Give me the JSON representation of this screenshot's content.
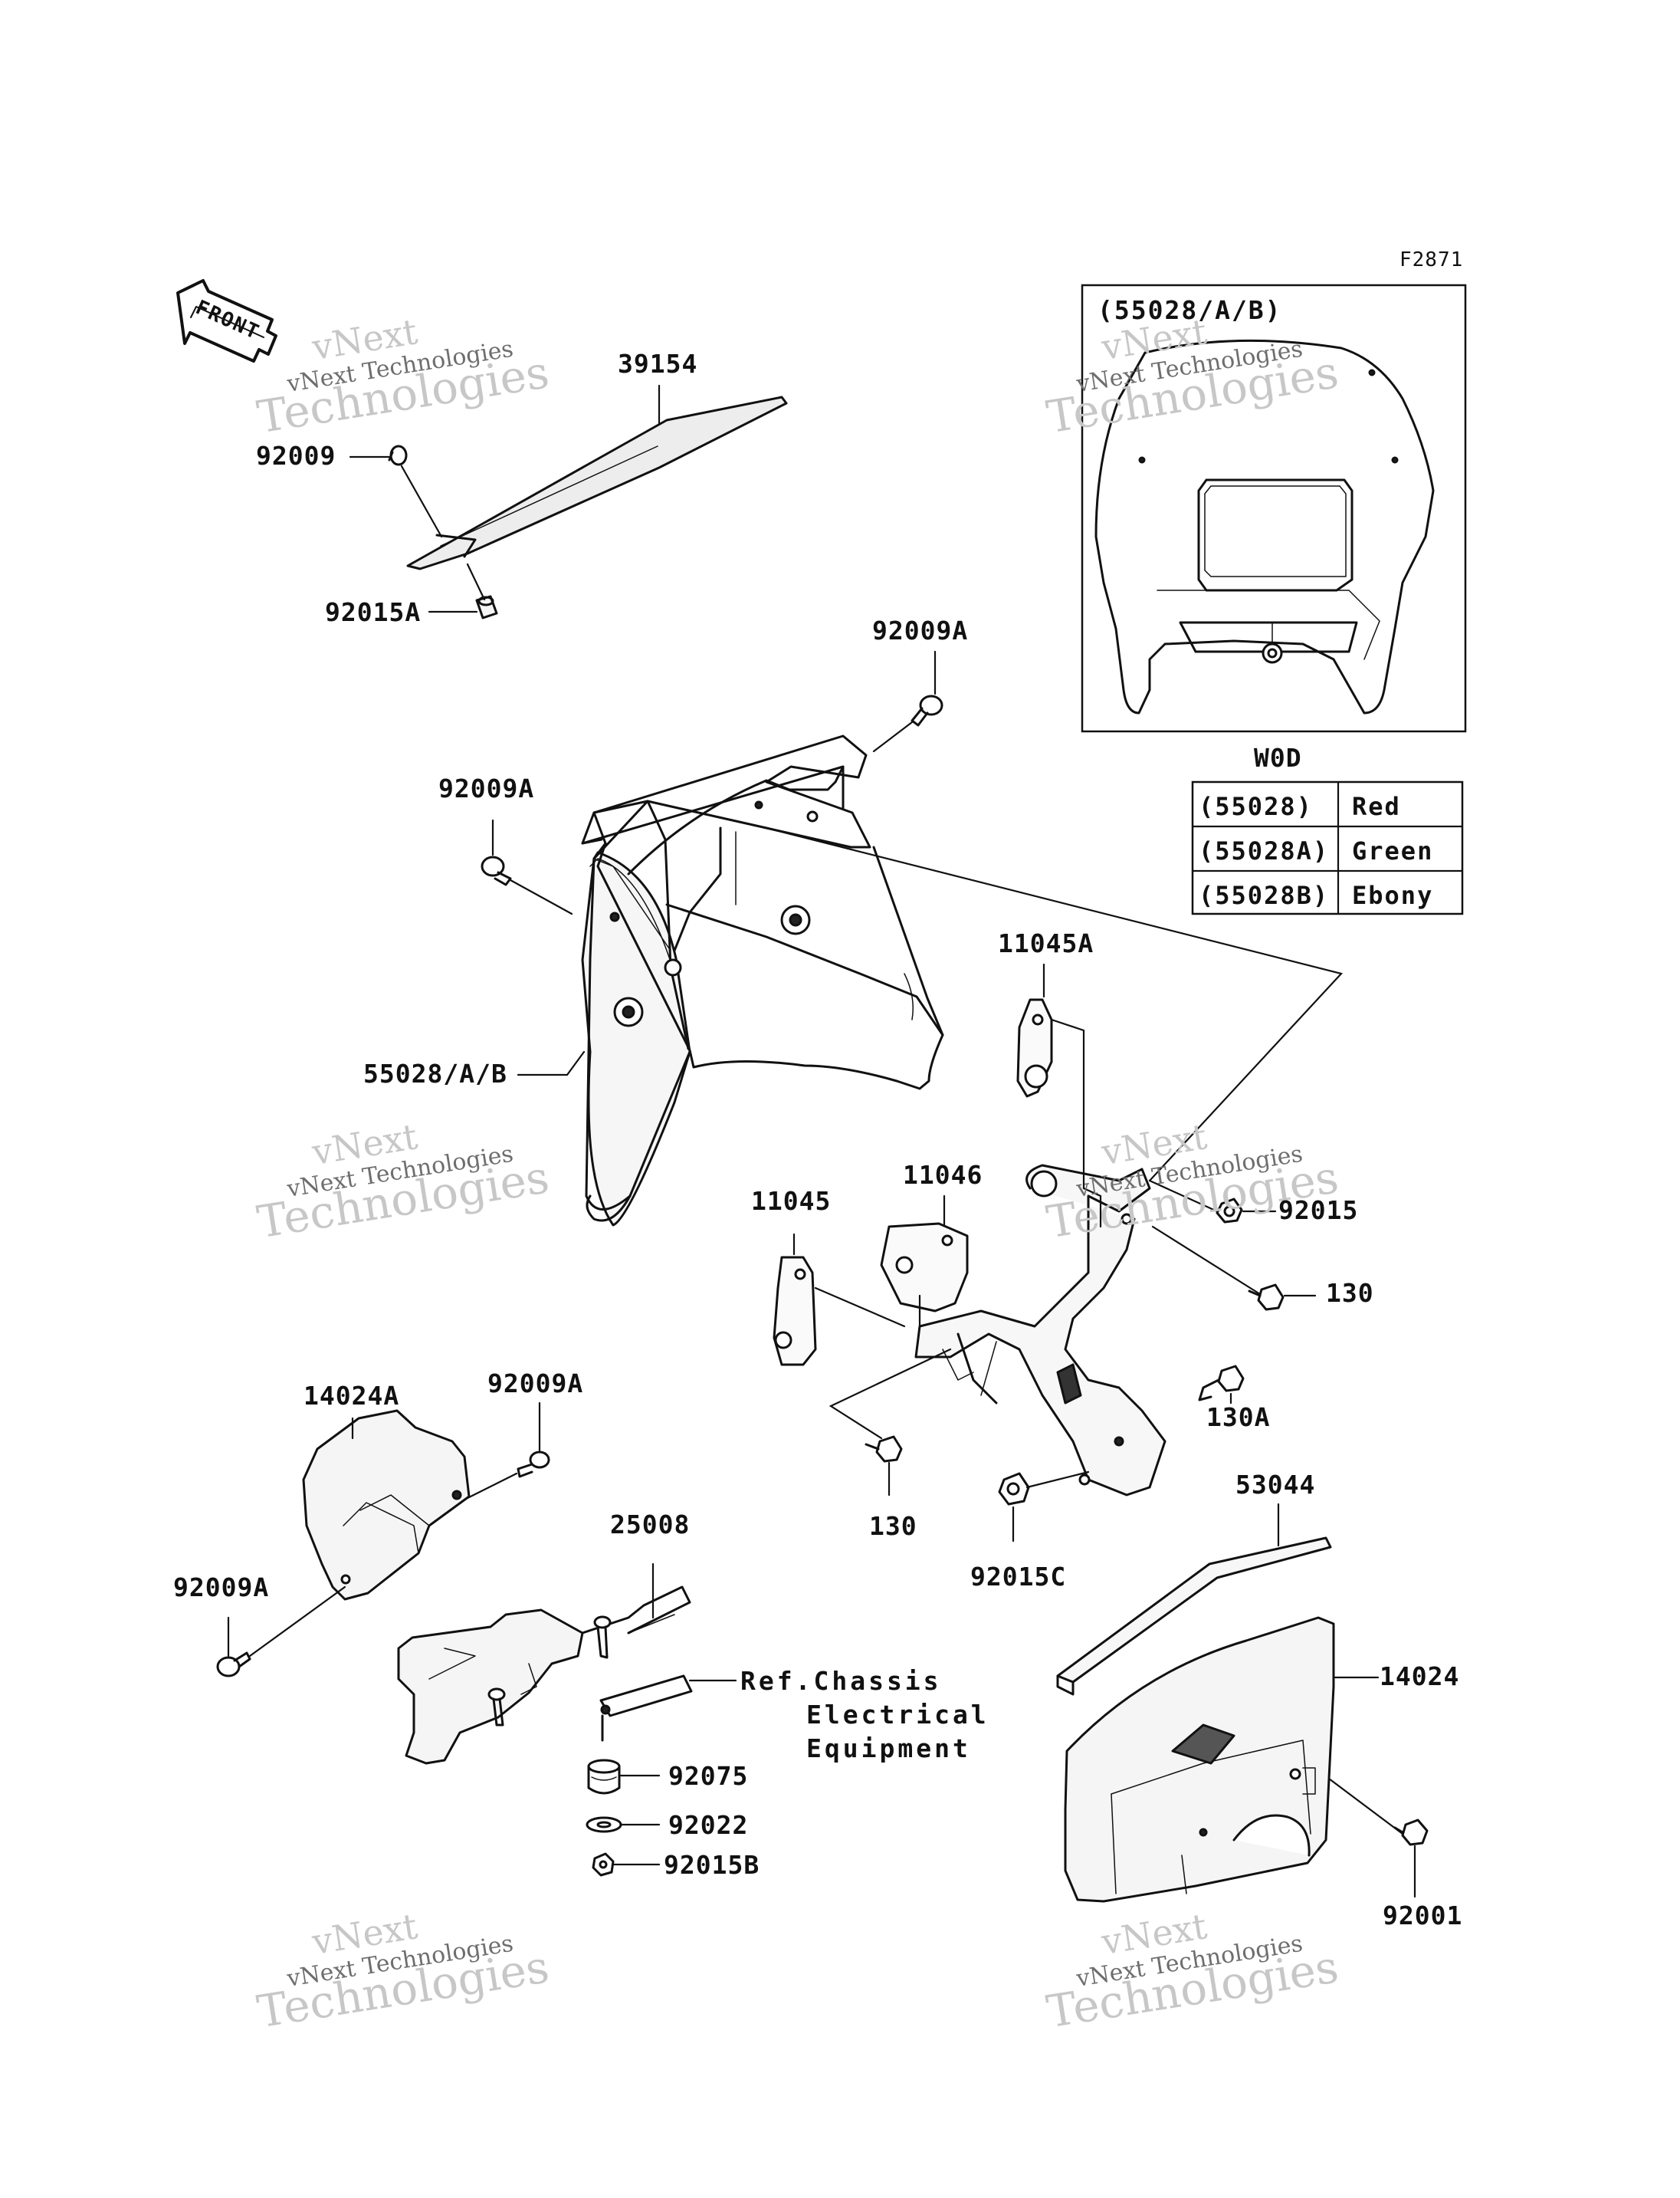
{
  "figure_code": "F2871",
  "front_label": "FRONT",
  "labels": {
    "p39154": "39154",
    "p92009": "92009",
    "p92015A": "92015A",
    "p92009A_top": "92009A",
    "p92009A_left": "92009A",
    "p55028AB": "55028/A/B",
    "p11045A": "11045A",
    "p11046": "11046",
    "p11045": "11045",
    "p92015": "92015",
    "p130_right": "130",
    "p130A": "130A",
    "p130_bottom": "130",
    "p92015C": "92015C",
    "p53044": "53044",
    "p14024A": "14024A",
    "p92009A_mid": "92009A",
    "p92009A_low": "92009A",
    "p25008": "25008",
    "p92075": "92075",
    "p92022": "92022",
    "p92015B": "92015B",
    "p14024": "14024",
    "p92001": "92001"
  },
  "reference": {
    "line1": "Ref.Chassis",
    "line2": "Electrical",
    "line3": "Equipment"
  },
  "inset": {
    "title": "(55028/A/B)",
    "caption": "W0D"
  },
  "color_table": [
    {
      "part": "(55028)",
      "color": "Red"
    },
    {
      "part": "(55028A)",
      "color": "Green"
    },
    {
      "part": "(55028B)",
      "color": "Ebony"
    }
  ],
  "watermark": {
    "line_a": "vNext",
    "line_b": "vNext Technologies",
    "line_c": "Technologies"
  }
}
